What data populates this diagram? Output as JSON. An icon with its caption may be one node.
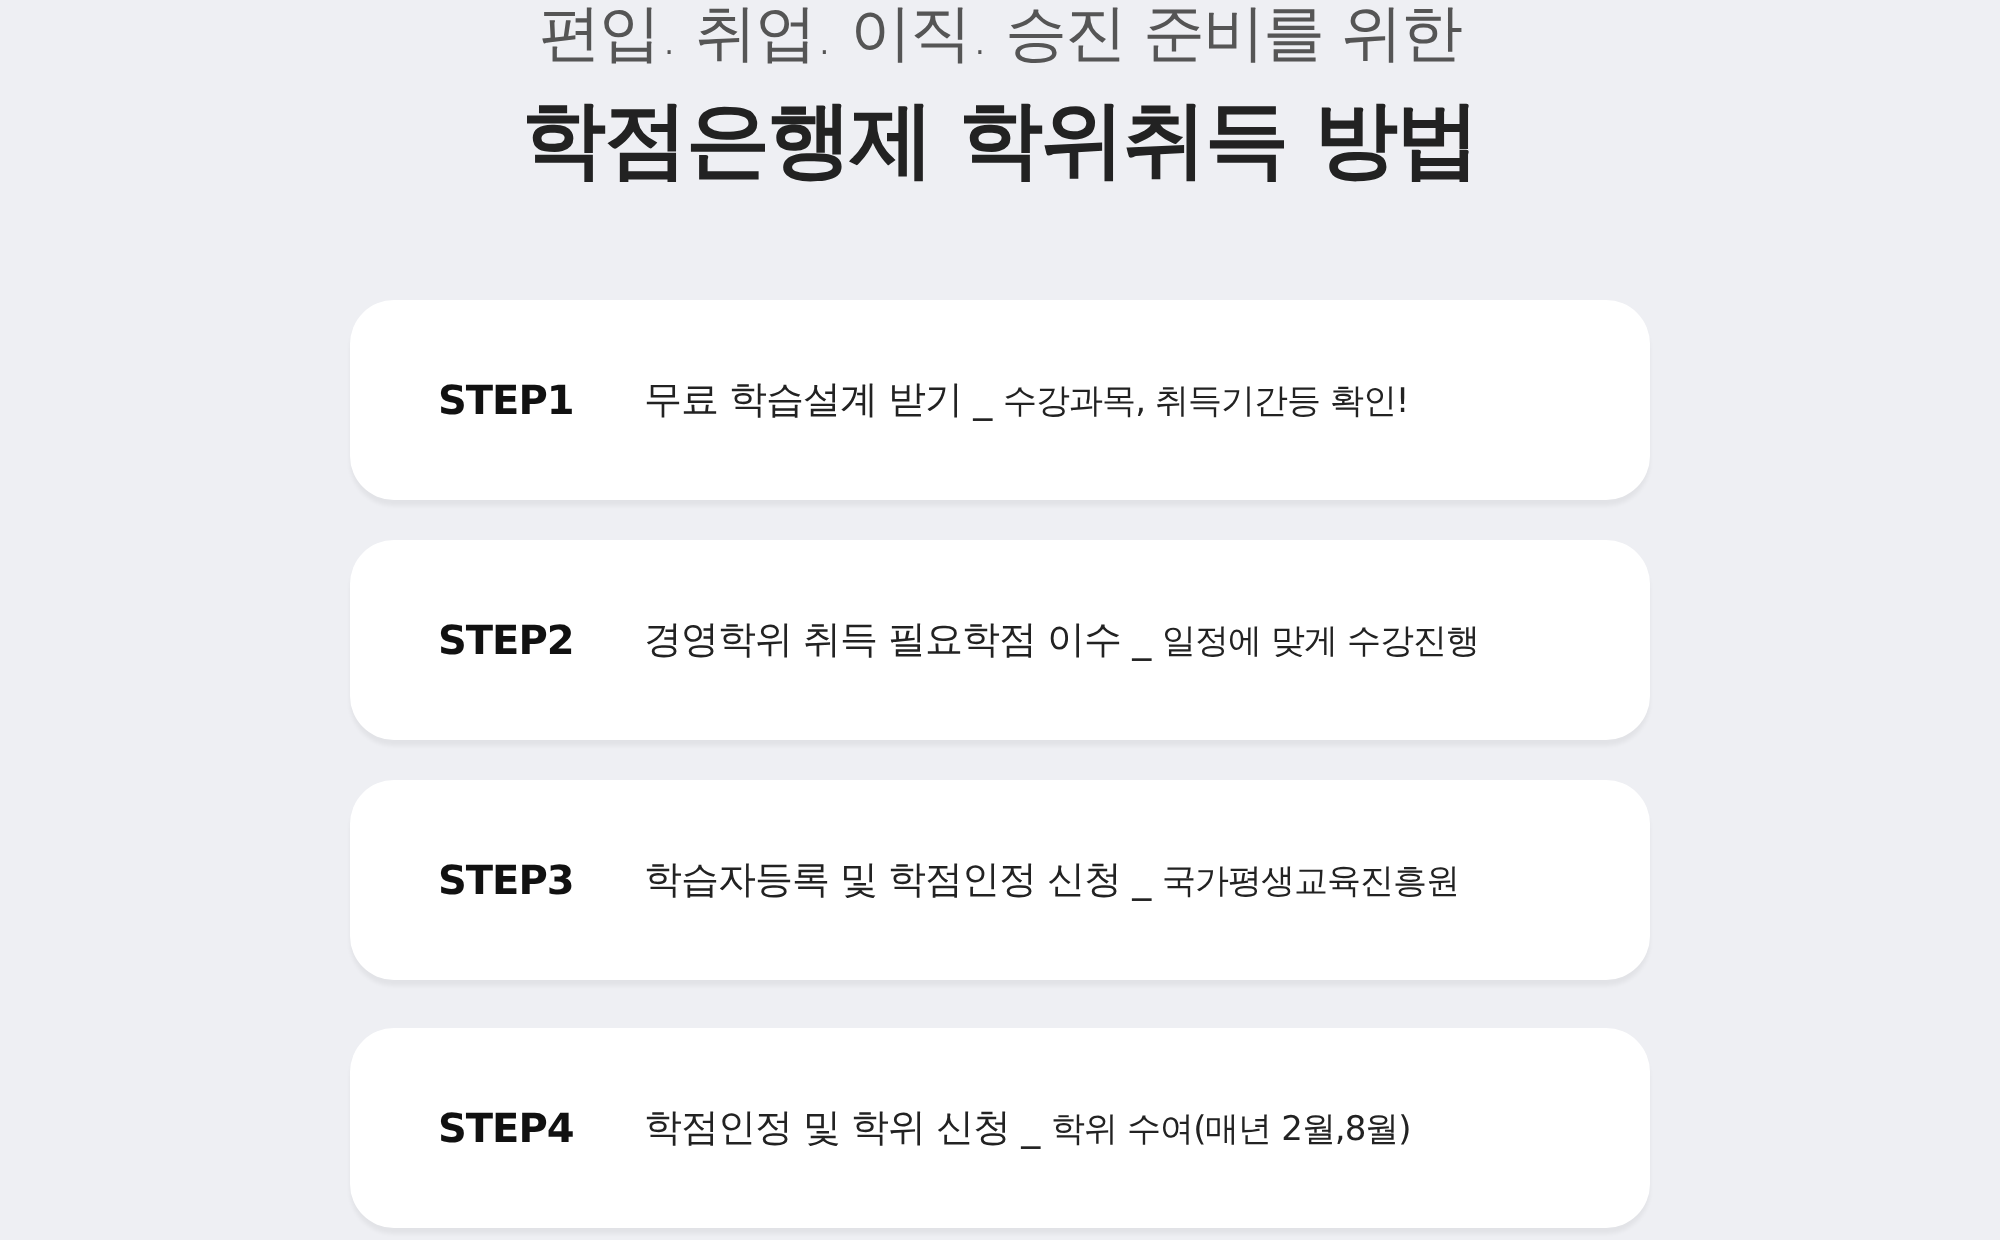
{
  "diagram": {
    "title": "학점은행제 학위취득 방법",
    "nodes": [
      {
        "text": [
          "STEP1",
          "무료 학습설계 받기 _",
          "수강과목, 취득기간등 확인!"
        ]
      },
      {
        "text": [
          "STEP2",
          "경영학위 취득 필요학점 이수 _",
          "일정에 맞게 수강진행"
        ]
      },
      {
        "text": [
          "STEP3",
          "학습자등록 및 학점인정 신청 _",
          "국가평생교육진흥원"
        ]
      },
      {
        "text": [
          "STEP4",
          "학점인정 및 학위 신청 _",
          "학위 수여(매년 2월,8월)"
        ]
      }
    ],
    "labels": [
      "편입. 취업. 이직. 승진 준비를 위한"
    ]
  }
}
